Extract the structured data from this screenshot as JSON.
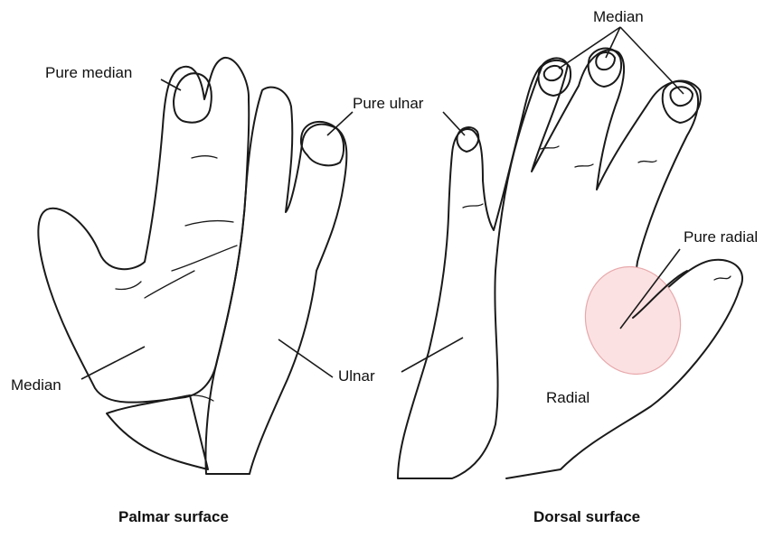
{
  "colors": {
    "median_fill": "#f6c3c5",
    "pure_median_fill": "#ef8f94",
    "pure_radial_fill": "#fbe1e2",
    "hatch_stroke": "#1a1a1a",
    "outline": "#1a1a1a"
  },
  "palmar": {
    "caption": "Palmar surface",
    "labels": {
      "pure_median": "Pure median",
      "pure_ulnar": "Pure ulnar",
      "median": "Median",
      "ulnar": "Ulnar"
    }
  },
  "dorsal": {
    "caption": "Dorsal surface",
    "labels": {
      "median": "Median",
      "pure_radial": "Pure radial",
      "radial": "Radial"
    }
  }
}
